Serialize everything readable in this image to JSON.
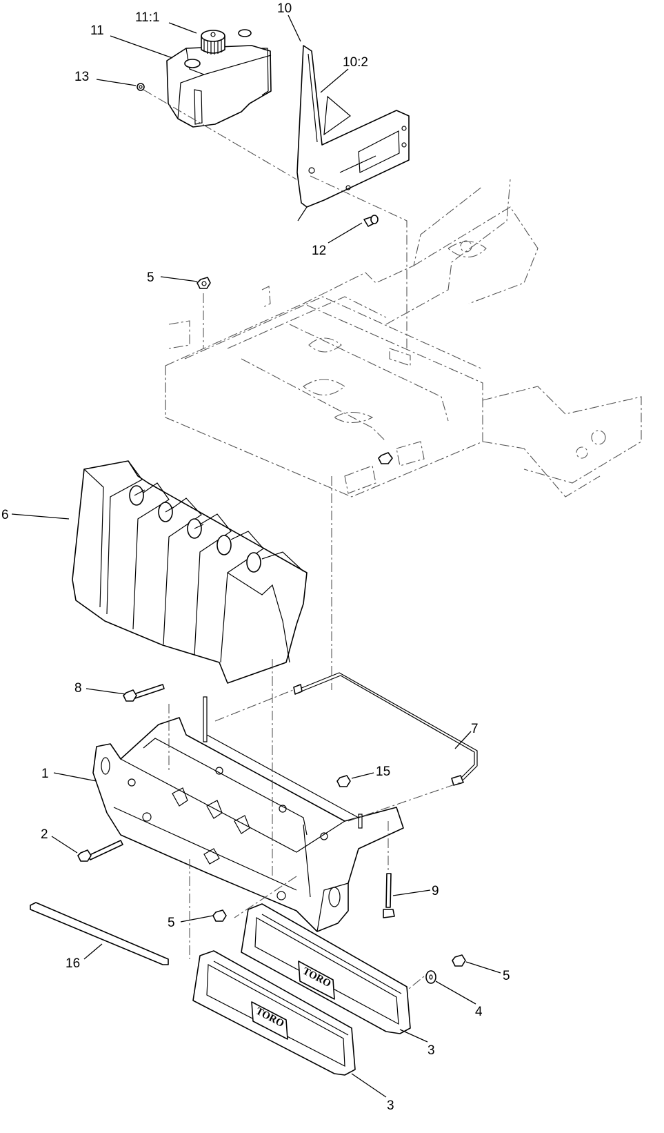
{
  "callouts": {
    "c11_1": "11:1",
    "c10": "10",
    "c11": "11",
    "c10_2": "10:2",
    "c13": "13",
    "c12": "12",
    "c5_top": "5",
    "c6": "6",
    "c8": "8",
    "c7": "7",
    "c1": "1",
    "c15": "15",
    "c2": "2",
    "c9": "9",
    "c5_mid": "5",
    "c16": "16",
    "c5_right": "5",
    "c4": "4",
    "c3_upper": "3",
    "c3_lower": "3"
  },
  "weight_logos": {
    "upper": "TORO",
    "lower": "TORO"
  }
}
